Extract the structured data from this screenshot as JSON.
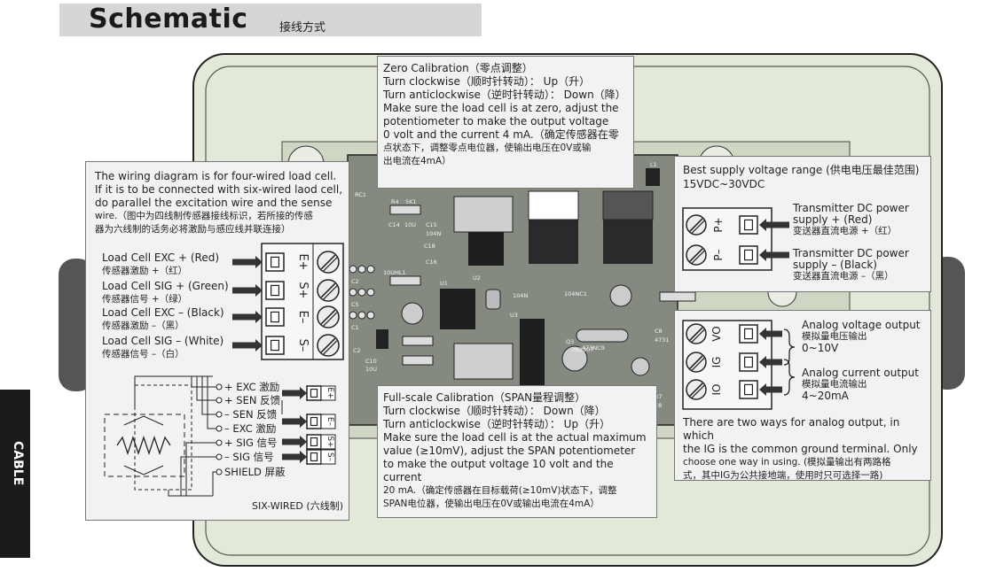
{
  "header": {
    "title": "Schematic",
    "subtitle": "接线方式",
    "side_tab": "CABLE"
  },
  "zero_cal": {
    "title": "Zero Calibration（零点调整）",
    "line1": "Turn clockwise（顺时针转动）： Up（升）",
    "line2": "Turn anticlockwise（逆时针转动）： Down（降）",
    "line3": "Make sure the load cell is at zero, adjust the",
    "line4": "potentiometer to make the output voltage",
    "line5": "0 volt and the current 4 mA.（确定传感器在零",
    "line6": "点状态下，调整零点电位器，使输出电压在0V或输",
    "line7": "出电流在4mA）"
  },
  "span_cal": {
    "title": "Full-scale Calibration（SPAN量程调整）",
    "line1": "Turn clockwise（顺时针转动）： Down（降）",
    "line2": "Turn anticlockwise（逆时针转动）： Up（升）",
    "line3": "Make sure the load cell is at the actual maximum",
    "line4": "value (≥10mV), adjust the SPAN potentiometer",
    "line5": "to make the output voltage 10 volt and the current",
    "line6": "20 mA.（确定传感器在目标载荷(≥10mV)状态下，调整",
    "line7": "SPAN电位器，使输出电压在0V或输出电流在4mA）"
  },
  "wiring": {
    "note1": "The wiring diagram is for four-wired load cell.",
    "note2": "If it is to be connected with six-wired laod cell,",
    "note3": "do parallel the excitation wire and the sense",
    "note4": "wire.（图中为四线制传感器接线标识，若所接的传感",
    "note5": "器为六线制的话务必将激励与感应线并联连接）",
    "terminals": [
      {
        "en": "Load Cell EXC + (Red)",
        "cn": "传感器激励 +（红）",
        "pin": "E+"
      },
      {
        "en": "Load Cell SIG + (Green)",
        "cn": "传感器信号 +（绿）",
        "pin": "S+"
      },
      {
        "en": "Load Cell EXC – (Black)",
        "cn": "传感器激励 –（黑）",
        "pin": "E–"
      },
      {
        "en": "Load Cell SIG – (White)",
        "cn": "传感器信号 –（白）",
        "pin": "S–"
      }
    ],
    "six": [
      "+ EXC 激励",
      "+ SEN 反馈",
      "– SEN 反馈",
      "– EXC 激励",
      "+ SIG 信号",
      "– SIG 信号",
      "SHIELD 屏蔽"
    ],
    "six_pins": [
      "E+",
      "E–",
      "S+",
      "S–"
    ],
    "six_caption": "SIX-WIRED (六线制)"
  },
  "power": {
    "title": "Best supply voltage range (供电电压最佳范围)",
    "range": "15VDC~30VDC",
    "p_plus_en1": "Transmitter DC power",
    "p_plus_en2": "supply + (Red)",
    "p_plus_cn": "变送器直流电源 +（红）",
    "p_minus_en1": "Transmitter DC power",
    "p_minus_en2": "supply – (Black)",
    "p_minus_cn": "变送器直流电源 –（黑）",
    "pins": [
      "P+",
      "P–"
    ]
  },
  "analog": {
    "v_en": "Analog voltage output",
    "v_cn": "模拟量电压输出",
    "v_range": "0~10V",
    "i_en": "Analog current output",
    "i_cn": "模拟量电流输出",
    "i_range": "4~20mA",
    "pins": [
      "VO",
      "IG",
      "IO"
    ],
    "note1": "There are two ways for analog output, in which",
    "note2": "the IG is the common ground terminal. Only",
    "note3": "choose one way in using. (模拟量输出有两路格",
    "note4": "式，其中IG为公共接地端，使用时只可选择一路)"
  },
  "pcb_labels": [
    "R4",
    "5K1",
    "C14",
    "10U",
    "C15",
    "104N",
    "C16",
    "U1",
    "U2",
    "U3",
    "Q3",
    "2N2907",
    "C8",
    "4731",
    "RC1",
    "L1",
    "C2",
    "C5",
    "C1",
    "C10",
    "10U",
    "10UHL1",
    "C18",
    "R7",
    "E8",
    "C2",
    "104N",
    "104NC1",
    "473NC9"
  ]
}
